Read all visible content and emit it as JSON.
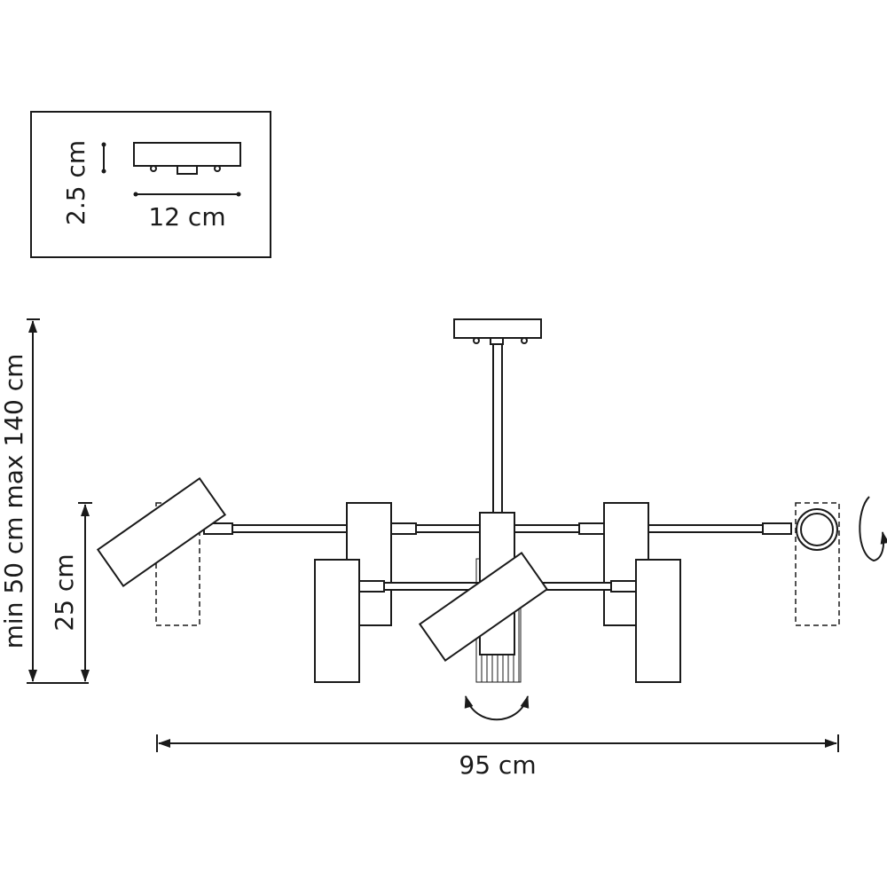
{
  "inset": {
    "height_label": "2.5 cm",
    "width_label": "12 cm"
  },
  "dimensions": {
    "drop_label": "min 50 cm max 140 cm",
    "shade_height_label": "25 cm",
    "width_label": "95 cm"
  },
  "colors": {
    "line": "#1a1a1a",
    "background": "#ffffff"
  }
}
